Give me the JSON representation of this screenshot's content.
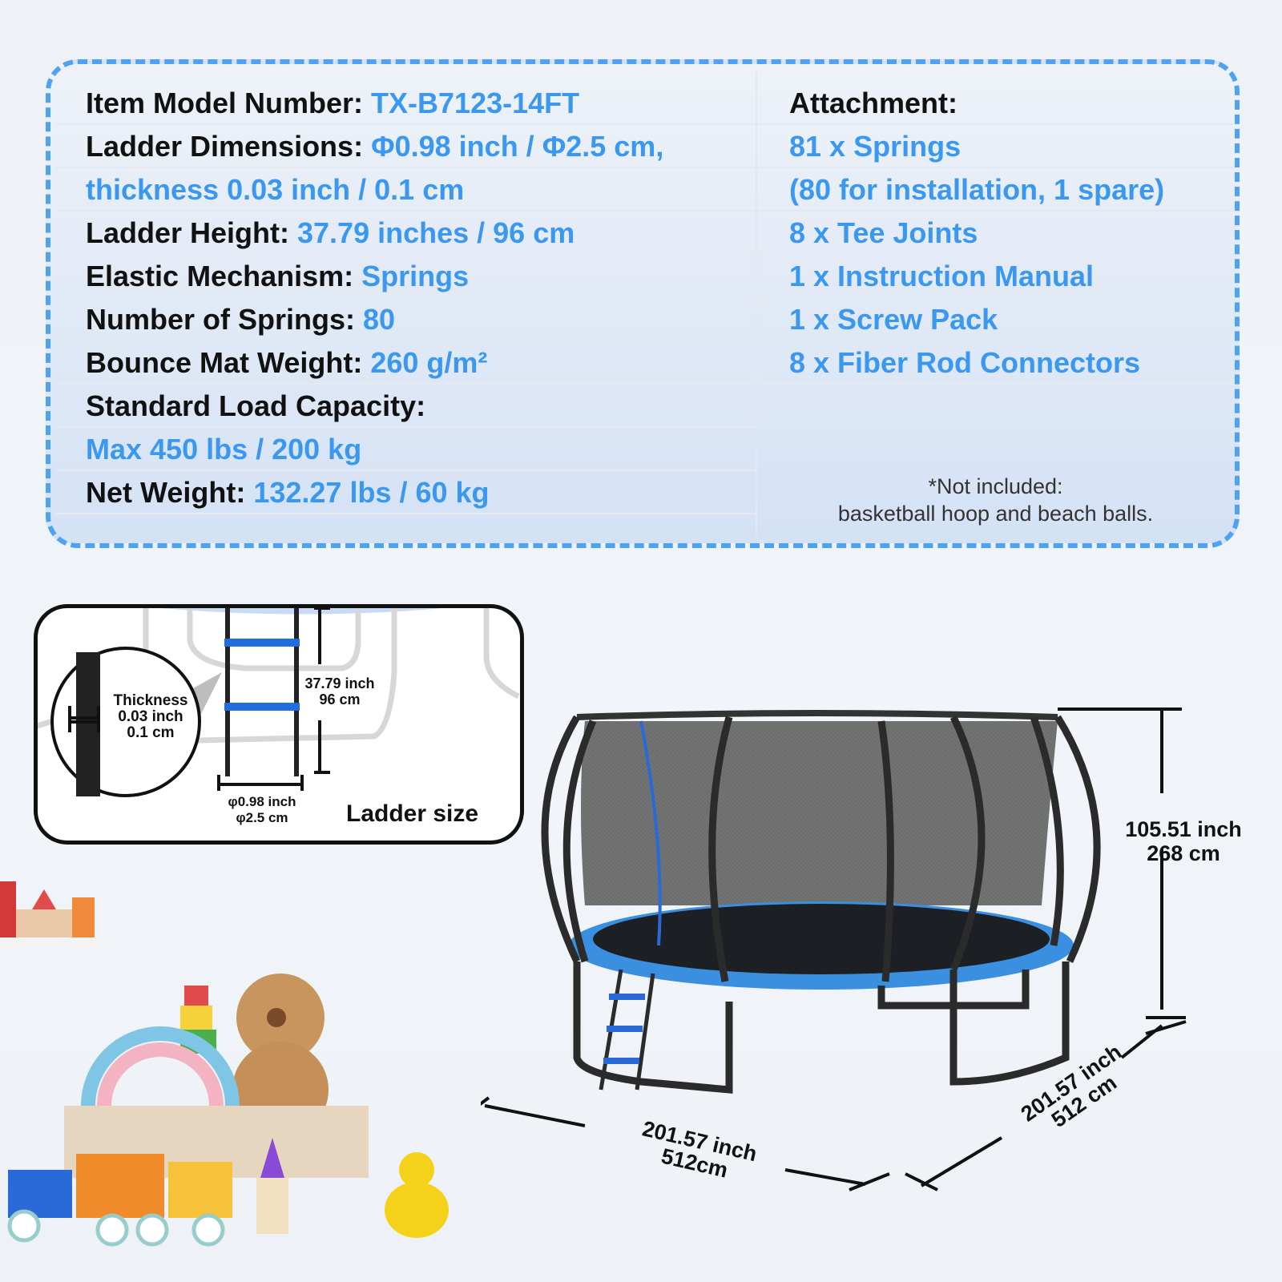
{
  "specs_left": [
    {
      "key": "Item Model Number: ",
      "value": "TX-B7123-14FT"
    },
    {
      "key": "Ladder Dimensions: ",
      "value": "Φ0.98 inch / Φ2.5 cm,"
    },
    {
      "key": "",
      "value": "thickness 0.03 inch / 0.1 cm"
    },
    {
      "key": "Ladder Height: ",
      "value": "37.79 inches / 96 cm"
    },
    {
      "key": "Elastic Mechanism: ",
      "value": "Springs"
    },
    {
      "key": "Number of Springs: ",
      "value": "80"
    },
    {
      "key": "Bounce Mat Weight: ",
      "value": "260 g/m²"
    },
    {
      "key": "Standard Load Capacity:",
      "value": ""
    },
    {
      "key": "",
      "value": "Max 450 lbs / 200 kg"
    },
    {
      "key": "Net Weight: ",
      "value": "132.27 lbs / 60 kg"
    }
  ],
  "attachment": {
    "title": "Attachment:",
    "items": [
      "81 x Springs",
      "(80 for installation, 1 spare)",
      "8 x Tee Joints",
      "1 x Instruction Manual",
      "1 x Screw Pack",
      "8 x Fiber Rod Connectors"
    ]
  },
  "note": {
    "line1": "*Not included:",
    "line2": "basketball hoop and beach balls."
  },
  "ladder_inset": {
    "thickness": [
      "Thickness",
      "0.03 inch",
      "0.1 cm"
    ],
    "height": [
      "37.79 inch",
      "96 cm"
    ],
    "diameter": [
      "φ0.98 inch",
      "φ2.5 cm"
    ],
    "title": "Ladder size"
  },
  "dimensions": {
    "height": [
      "105.51 inch",
      "268 cm"
    ],
    "width": [
      "201.57 inch",
      "512cm"
    ],
    "depth": [
      "201.57 inch",
      "512 cm"
    ]
  },
  "colors": {
    "accent": "#3a98f0",
    "mat_rim": "#3b8fe0"
  }
}
